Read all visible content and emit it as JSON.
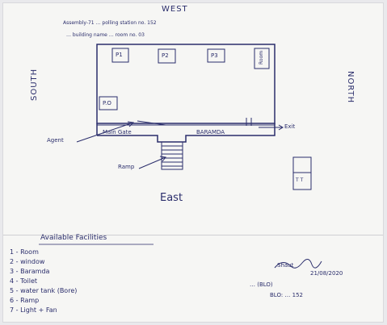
{
  "diagram": {
    "compass": {
      "north": "NORTH",
      "south": "SOUTH",
      "east": "East",
      "west": "WEST"
    },
    "header_line1": "Assembly-71 … polling station no. 152",
    "header_line2": "… building name …  room no. 03",
    "rooms": [
      {
        "label": "P1"
      },
      {
        "label": "P2"
      },
      {
        "label": "P3"
      },
      {
        "label": "Room"
      },
      {
        "label": "P.O"
      }
    ],
    "labels": {
      "agent": "Agent",
      "main_gate": "Main Gate",
      "baramda": "BARAMDA",
      "exit": "Exit",
      "ramp": "Ramp",
      "toilet_sign": "T T"
    },
    "facilities": {
      "title": "Available Facilities",
      "items": [
        {
          "num": "1 -",
          "text": "Room"
        },
        {
          "num": "2 -",
          "text": "window"
        },
        {
          "num": "3 -",
          "text": "Baramda"
        },
        {
          "num": "4 -",
          "text": "Toilet"
        },
        {
          "num": "5 -",
          "text": "water tank (Bore)"
        },
        {
          "num": "6 -",
          "text": "Ramp"
        },
        {
          "num": "7 -",
          "text": "Light + Fan"
        }
      ]
    },
    "signature": {
      "sign": "Shaut",
      "date": "21/08/2020",
      "line1": "… (BLO)",
      "line2": "BLO: … 152"
    }
  }
}
